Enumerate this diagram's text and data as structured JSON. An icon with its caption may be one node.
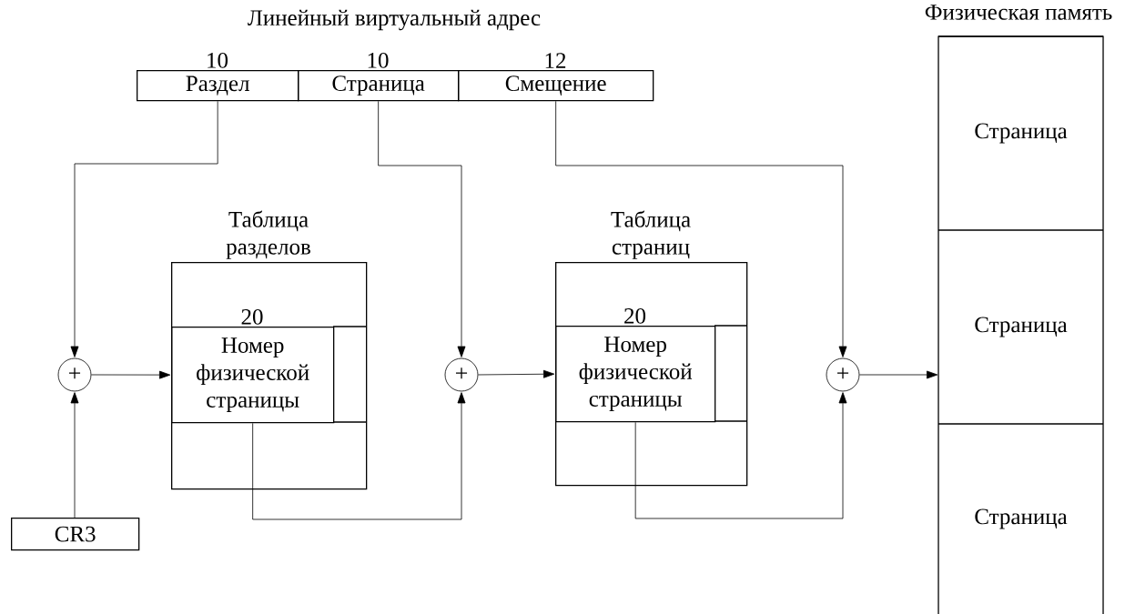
{
  "diagram": {
    "nodes": [
      {
        "text": [
          "Раздел"
        ],
        "beside": [
          "10"
        ]
      },
      {
        "text": [
          "Страница"
        ],
        "beside": [
          "10"
        ]
      },
      {
        "text": [
          "Смещение"
        ],
        "beside": [
          "12"
        ]
      },
      {
        "text": [
          "Таблица разделов"
        ]
      },
      {
        "text": [
          "Номер физической страницы"
        ],
        "beside": [
          "20"
        ],
        "in": 3
      },
      {
        "text": [
          "Таблица страниц"
        ]
      },
      {
        "text": [
          "Номер физической страницы"
        ],
        "beside": [
          "20"
        ],
        "in": 5
      },
      {
        "text": [
          "Физическая память"
        ]
      },
      {
        "text": [
          "Страница"
        ],
        "in": 7
      },
      {
        "text": [
          "Страница"
        ],
        "in": 7
      },
      {
        "text": [
          "Страница"
        ],
        "in": 7
      },
      {
        "text": [
          "+"
        ]
      },
      {
        "text": [
          "+"
        ]
      },
      {
        "text": [
          "+"
        ]
      },
      {
        "text": [
          "CR3"
        ]
      }
    ],
    "edges": [
      {
        "from": 0,
        "to": 11,
        "arrow": "to"
      },
      {
        "from": 14,
        "to": 11,
        "arrow": "to"
      },
      {
        "from": 11,
        "to": 4,
        "arrow": "to"
      },
      {
        "from": 1,
        "to": 12,
        "arrow": "to"
      },
      {
        "from": 4,
        "to": 12,
        "arrow": "to"
      },
      {
        "from": 12,
        "to": 6,
        "arrow": "to"
      },
      {
        "from": 2,
        "to": 13,
        "arrow": "to"
      },
      {
        "from": 6,
        "to": 13,
        "arrow": "to"
      },
      {
        "from": 13,
        "to": 9,
        "arrow": "to"
      }
    ],
    "labels": [
      "Линейный виртуальный адрес"
    ]
  }
}
